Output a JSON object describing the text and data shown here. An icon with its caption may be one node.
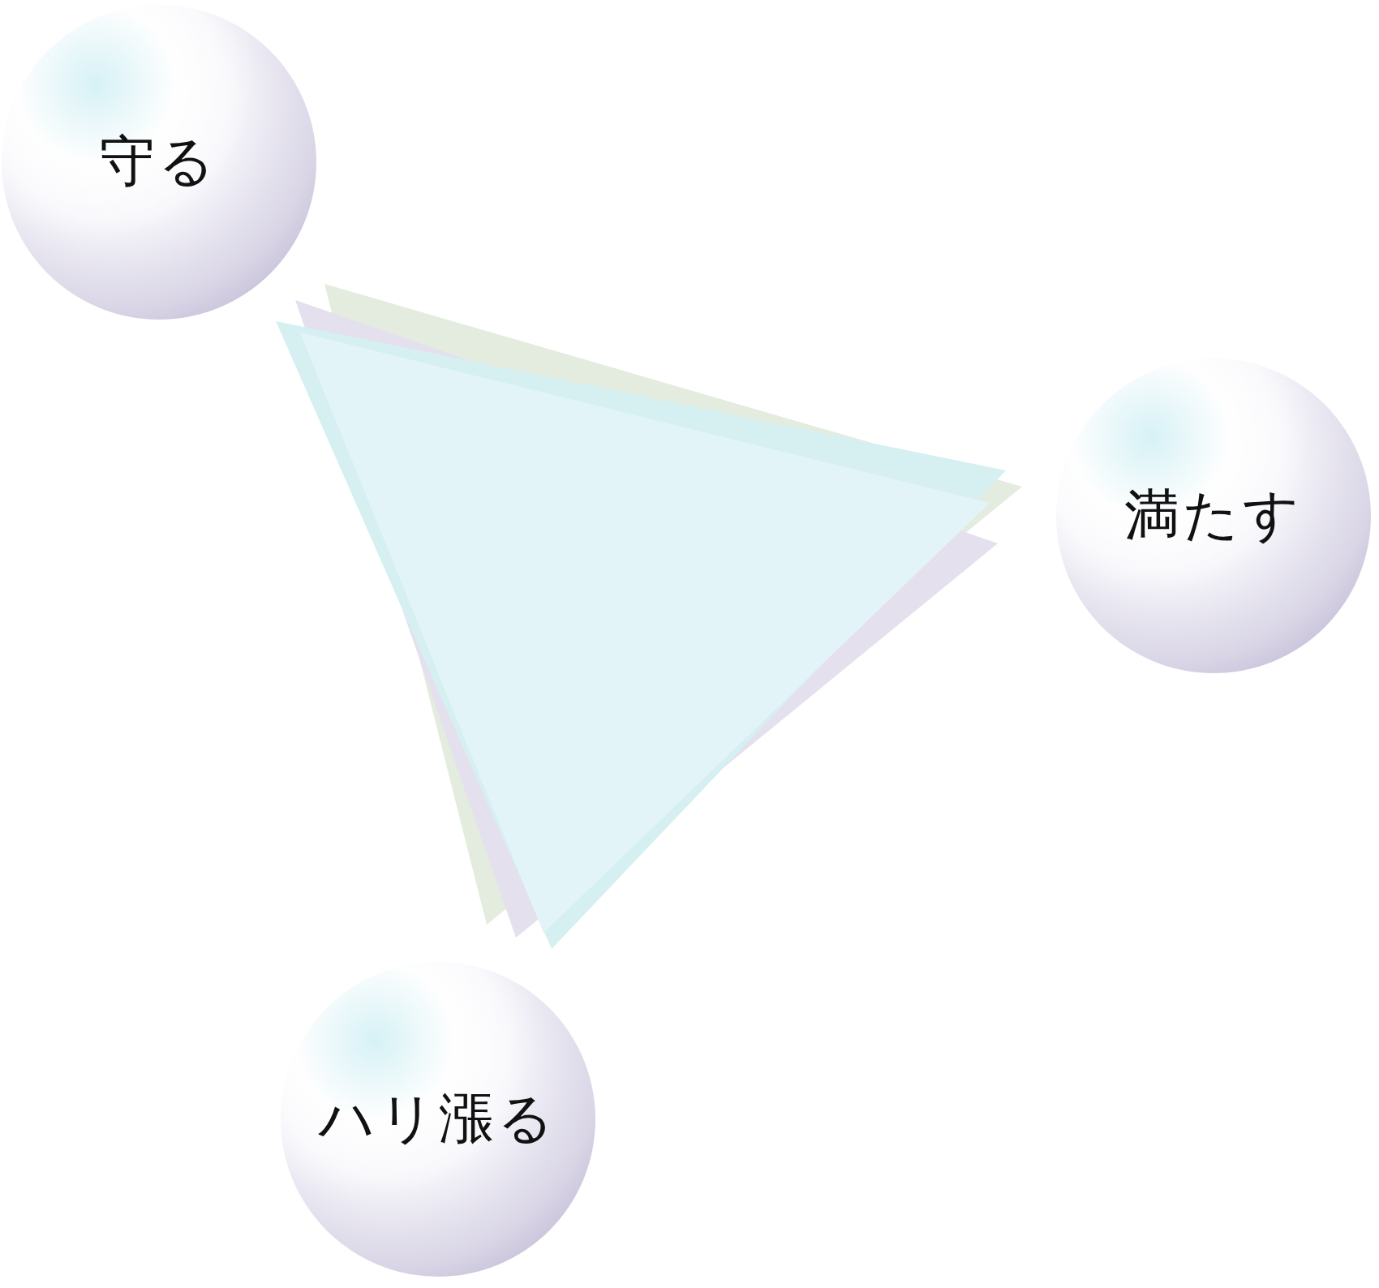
{
  "diagram": {
    "nodes": [
      {
        "text": [
          "守る"
        ]
      },
      {
        "text": [
          "満たす"
        ]
      },
      {
        "text": [
          "ハリ漲る"
        ]
      }
    ]
  }
}
